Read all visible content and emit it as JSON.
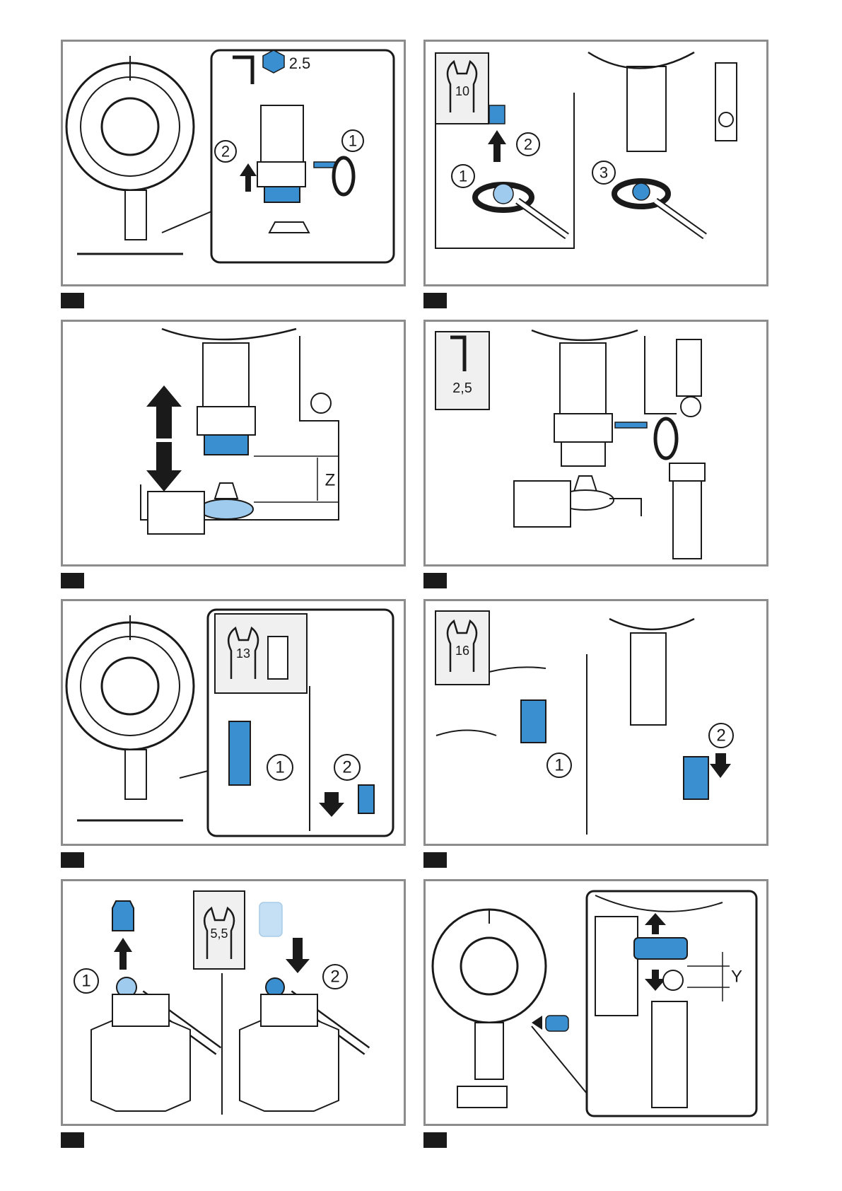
{
  "colors": {
    "accent": "#3a8fd1",
    "accent_light": "#9fcbef",
    "frame": "#8c8c8c",
    "ink": "#1a1a1a"
  },
  "panels": [
    {
      "tool_icon": "hex-key-icon",
      "tool_size": "2.5",
      "steps": [
        "1",
        "2"
      ]
    },
    {
      "tool_icon": "open-wrench-icon",
      "tool_size": "10",
      "steps": [
        "1",
        "2",
        "3"
      ]
    },
    {
      "tool_icon": "none",
      "dimension_label": "Z"
    },
    {
      "tool_icon": "hex-key-icon",
      "tool_size": "2,5"
    },
    {
      "tool_icon": "open-wrench-icon",
      "tool_size": "13",
      "steps": [
        "1",
        "2"
      ]
    },
    {
      "tool_icon": "open-wrench-icon",
      "tool_size": "16",
      "steps": [
        "1",
        "2"
      ]
    },
    {
      "tool_icon": "open-wrench-icon",
      "tool_size": "5,5",
      "steps": [
        "1",
        "2"
      ]
    },
    {
      "tool_icon": "none",
      "dimension_label": "Y"
    }
  ]
}
